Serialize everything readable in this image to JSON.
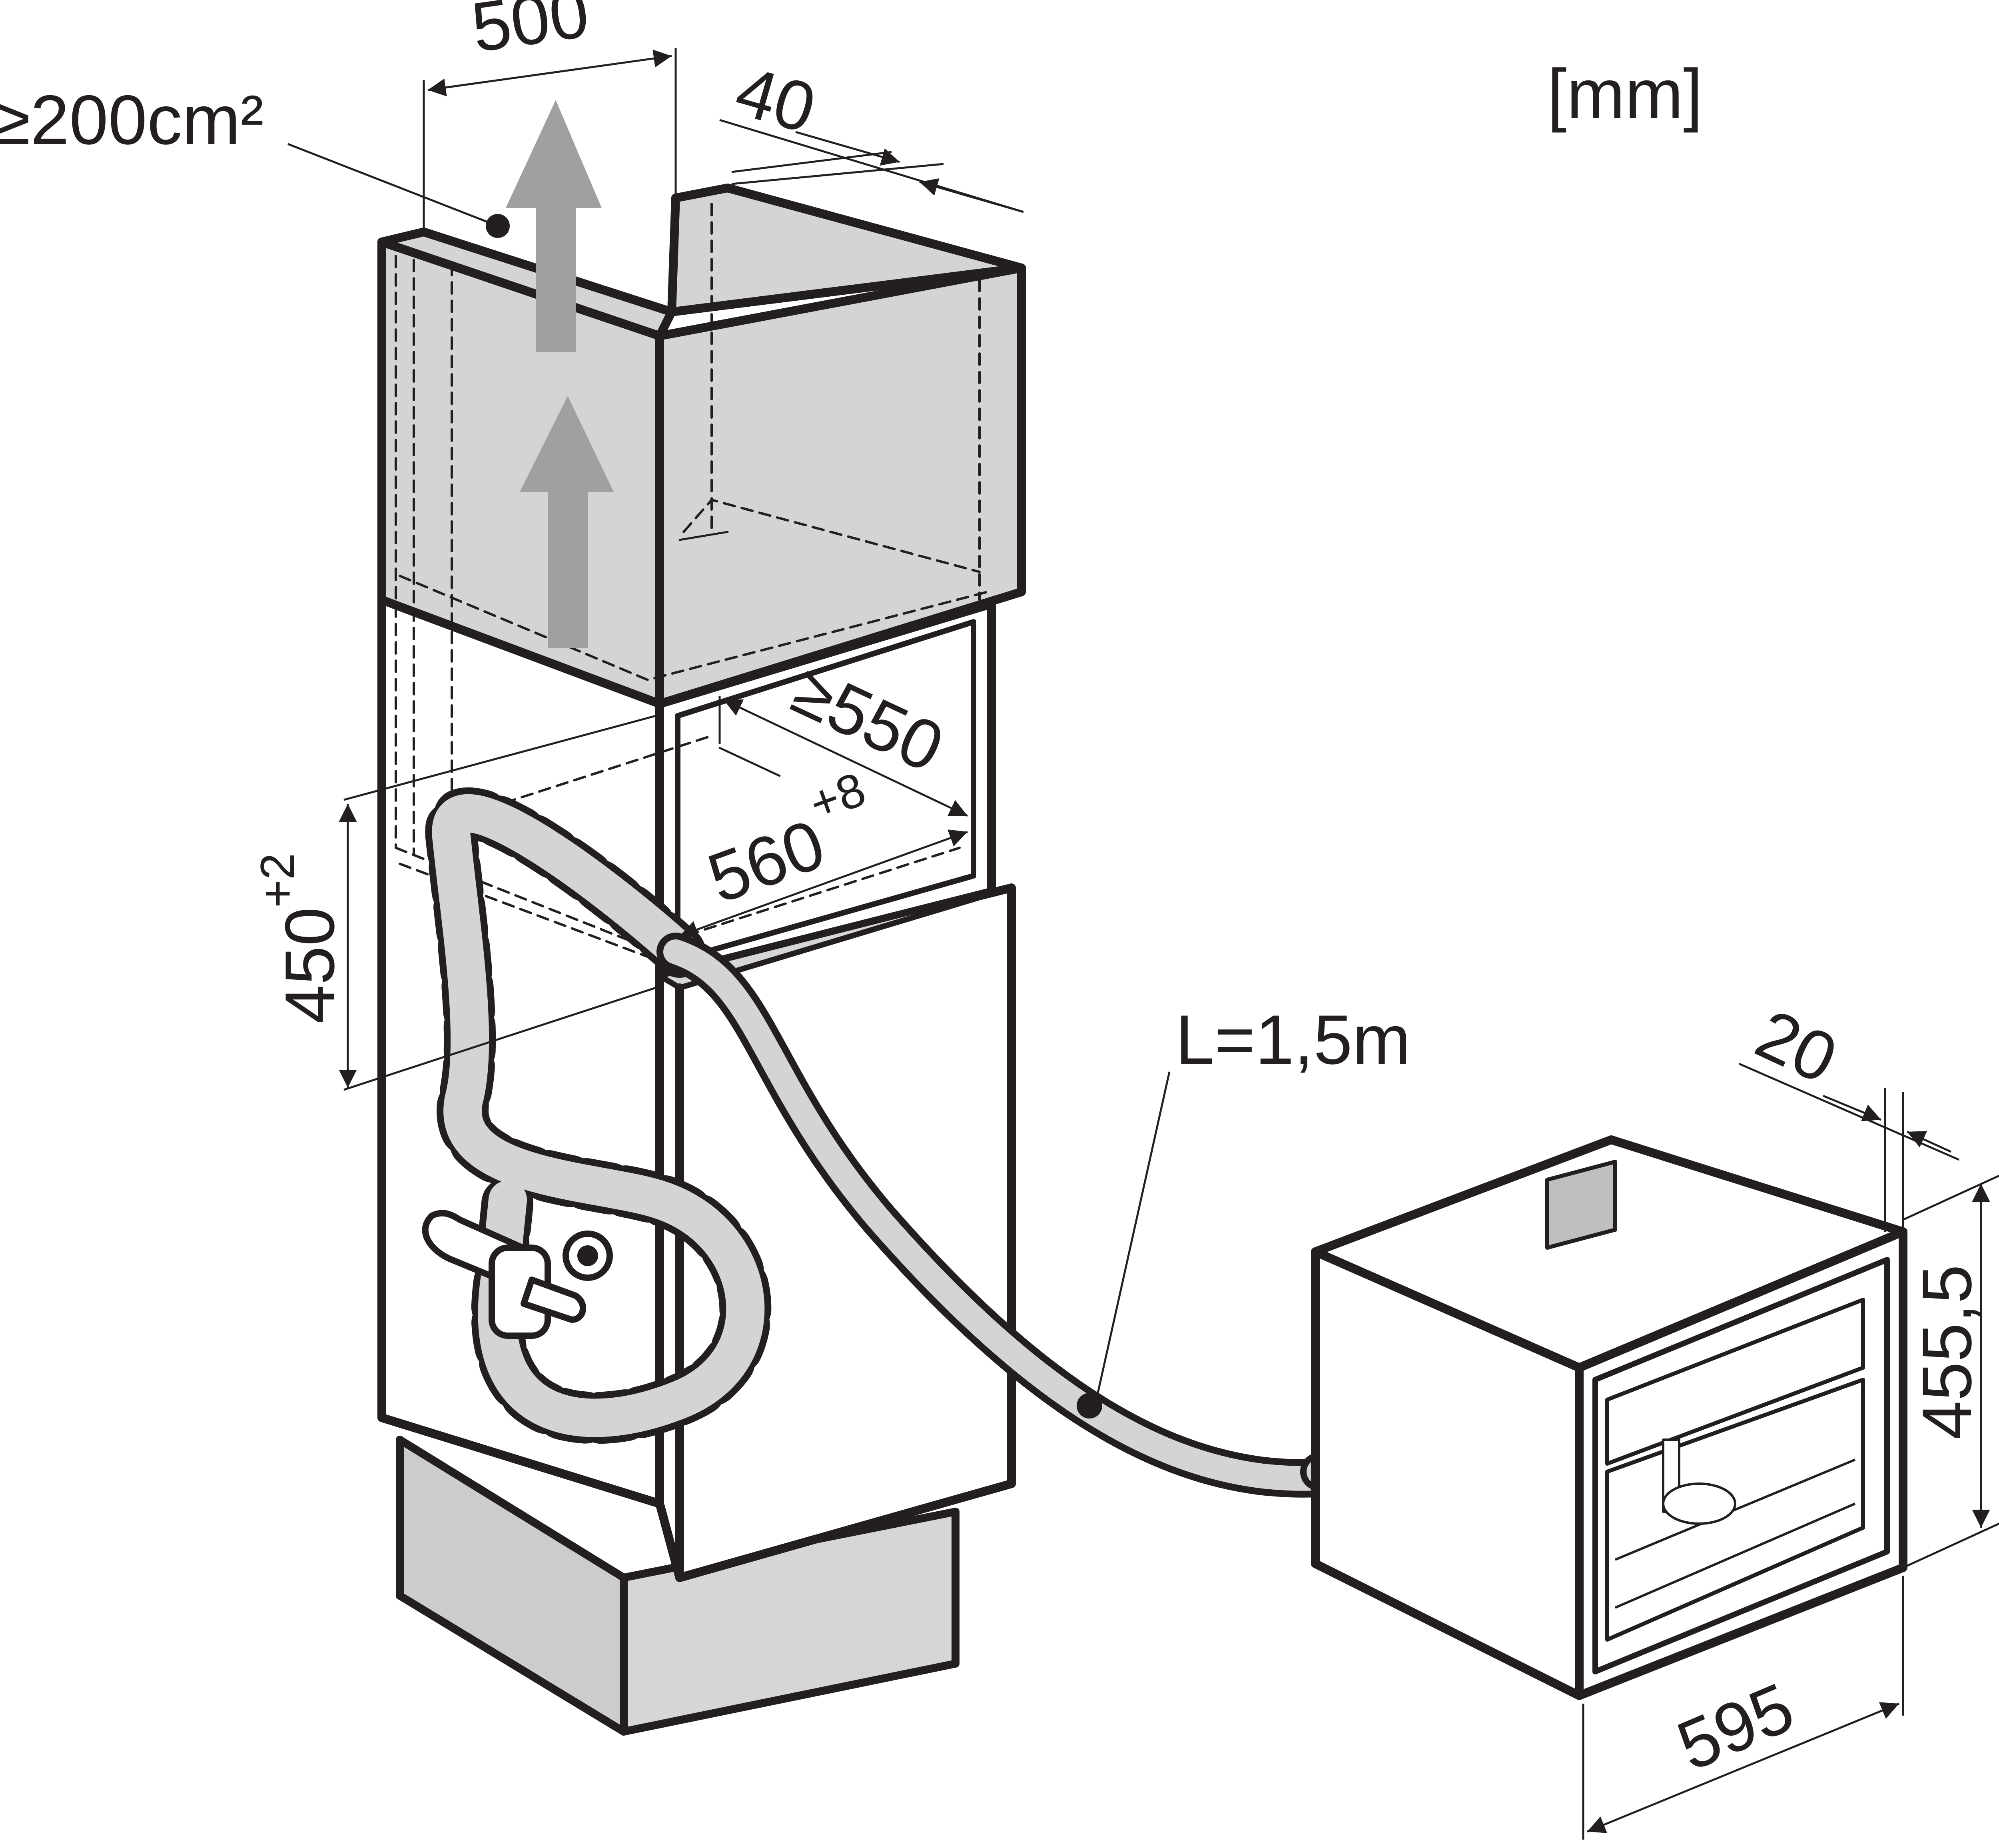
{
  "units_label": "[mm]",
  "vent_area": "≥200cm²",
  "dims": {
    "width_top": "500",
    "gap_rear": "40",
    "depth": "≥550",
    "niche_width": "560",
    "niche_width_tol": "+8",
    "niche_height": "450",
    "niche_height_tol": "+2",
    "hose_length": "L=1,5m",
    "frame_offset": "20",
    "appliance_height": "455,5",
    "appliance_width": "595"
  },
  "colors": {
    "line": "#231f20",
    "fill_light": "#d9d9d9",
    "fill_mid": "#cccccc",
    "arrow": "#a0a0a0"
  }
}
